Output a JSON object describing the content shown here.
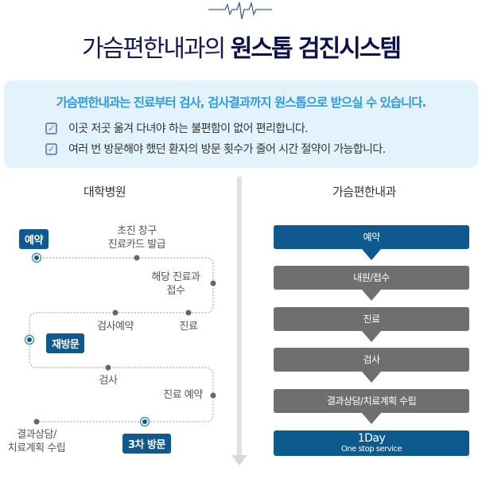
{
  "title": {
    "light": "가슴편한내과의",
    "bold": "원스톱 검진시스템"
  },
  "info": {
    "lead": "가슴편한내과는 진료부터 검사, 검사결과까지 원스톱으로 받으실 수  있습니다.",
    "checks": [
      "이곳 저곳 옮겨 다녀야 하는 불편함이 없어 편리합니다.",
      "여러 번 방문해야 했던 환자의 방문 횟수가 줄어 시간 절약이 가능합니다."
    ]
  },
  "left": {
    "heading": "대학병원",
    "tags": {
      "reserve": "예약",
      "revisit": "재방문",
      "third": "3차 방문"
    },
    "labels": {
      "card": "초진 창구\n진료카드 발급",
      "reception": "해당 진료과\n접수",
      "exam_reserve": "검사예약",
      "consult": "진료",
      "test": "검사",
      "consult_reserve": "진료 예약",
      "result": "결과상담/\n치료계획 수립"
    }
  },
  "right": {
    "heading": "가슴편한내과",
    "steps": [
      "예약",
      "내원/접수",
      "진료",
      "검사",
      "결과상담/치료계획 수립"
    ],
    "final": {
      "title": "1Day",
      "sub": "One stop service"
    }
  },
  "colors": {
    "navy": "#13185a",
    "accent": "#2f9be0",
    "step_blue": "#0e5a8f",
    "step_gray": "#6f6f6f"
  }
}
